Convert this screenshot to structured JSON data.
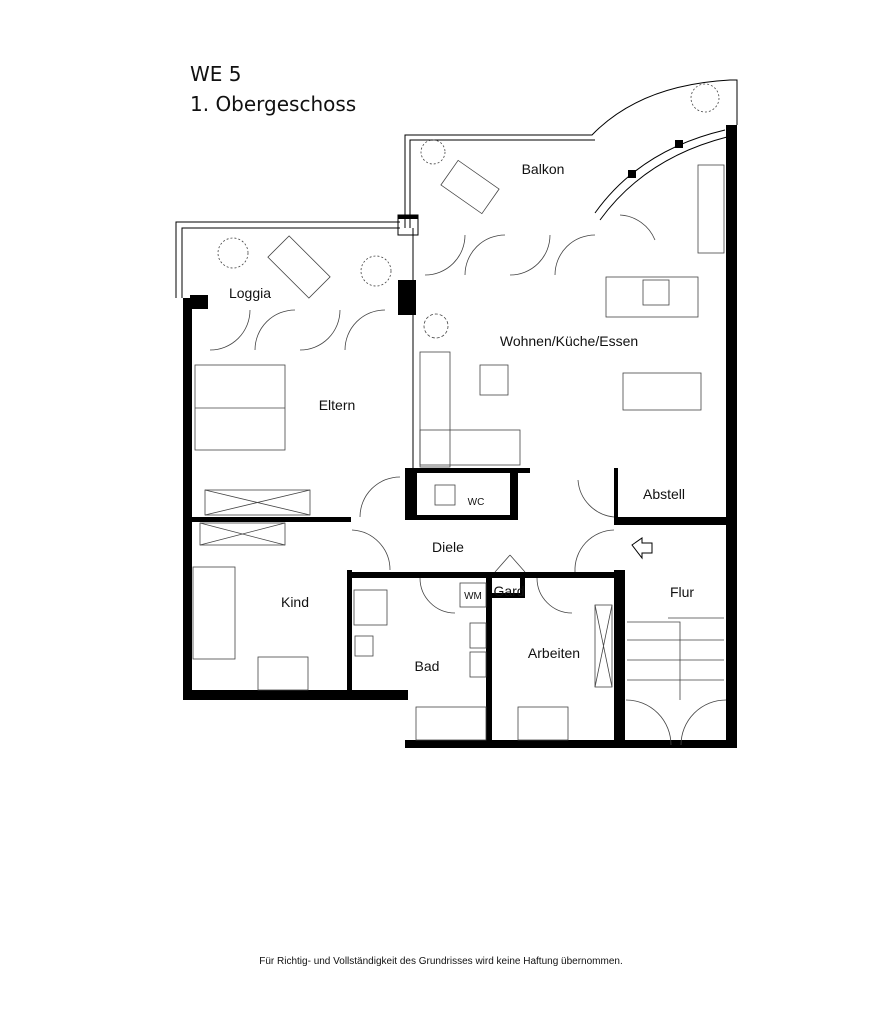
{
  "header": {
    "unit": "WE 5",
    "floor": "1. Obergeschoss"
  },
  "rooms": {
    "balkon": "Balkon",
    "loggia": "Loggia",
    "wohnen": "Wohnen/Küche/Essen",
    "eltern": "Eltern",
    "wc": "WC",
    "abstell": "Abstell",
    "diele": "Diele",
    "kind": "Kind",
    "bad": "Bad",
    "wm": "WM",
    "gard": "Gard",
    "arbeiten": "Arbeiten",
    "flur": "Flur"
  },
  "footer": {
    "disclaimer": "Für Richtig- und Vollständigkeit des Grundrisses wird keine Haftung übernommen."
  }
}
